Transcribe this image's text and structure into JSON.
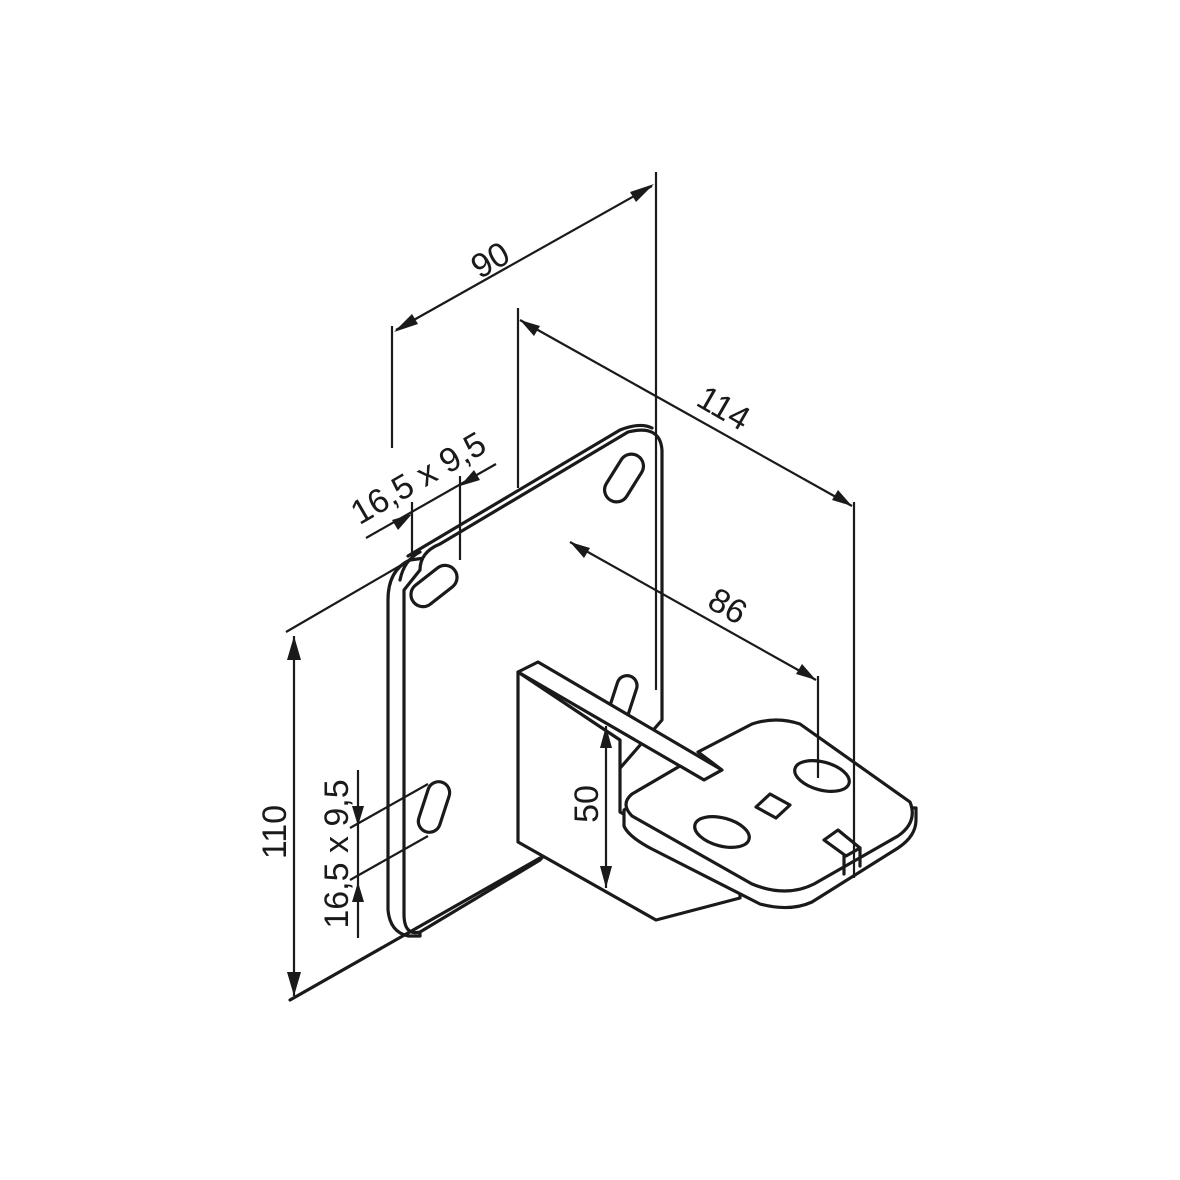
{
  "drawing": {
    "title": "Wall bracket technical drawing",
    "line_color": "#1a1a1a",
    "background": "#ffffff"
  },
  "dimensions": {
    "width_back_plate": "90",
    "overall_depth": "114",
    "slot_spacing_depth": "86",
    "height_back_plate": "110",
    "arm_height": "50",
    "slot_top": "16,5 x 9,5",
    "slot_side": "16,5 x 9,5"
  }
}
